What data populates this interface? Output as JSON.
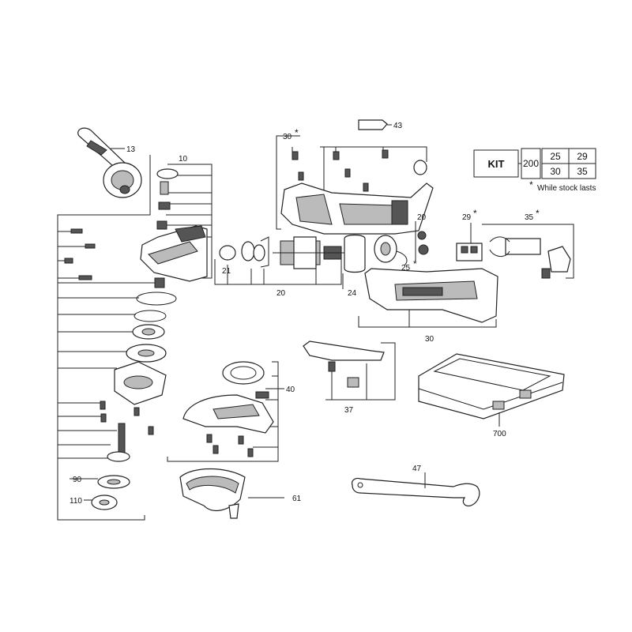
{
  "callouts": {
    "p13": "13",
    "p10": "10",
    "p30a": "30",
    "p30a_star": "*",
    "p43": "43",
    "p20a": "20",
    "p20b": "20",
    "p21": "21",
    "p24": "24",
    "p25": "25",
    "p25_star": "*",
    "p29": "29",
    "p29_star": "*",
    "p35": "35",
    "p35_star": "*",
    "p30b": "30",
    "p40": "40",
    "p37": "37",
    "p700": "700",
    "p47": "47",
    "p90": "90",
    "p110": "110",
    "p61": "61"
  },
  "kit_table": {
    "label": "KIT",
    "code": "200",
    "cells": [
      "25",
      "29",
      "30",
      "35"
    ]
  },
  "note": {
    "star": "*",
    "text": "While stock lasts"
  },
  "colors": {
    "line": "#222222",
    "background": "#ffffff"
  }
}
